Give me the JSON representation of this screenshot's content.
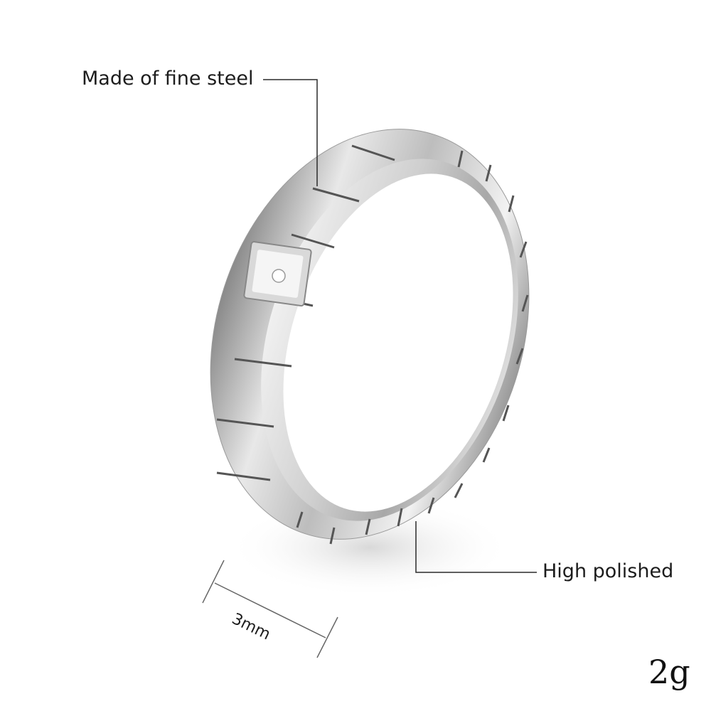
{
  "product_image": {
    "subject": "silver segmented band ring with single stone",
    "colors": {
      "background": "#ffffff",
      "metal_light": "#f4f4f4",
      "metal_mid": "#c8c8c8",
      "metal_dark": "#6b6b6b",
      "line": "#2a2a2a"
    }
  },
  "annotations": {
    "material": "Made of fine steel",
    "finish": "High polished",
    "width": "3mm",
    "weight": "2g"
  }
}
